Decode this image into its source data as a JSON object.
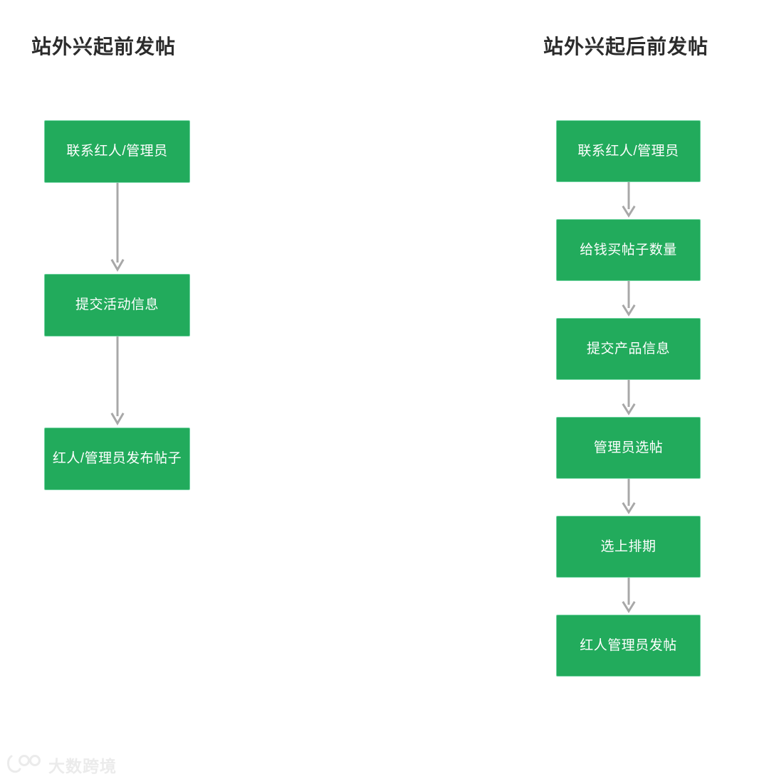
{
  "page": {
    "background": "#ffffff",
    "node_fill": "#22ab5c",
    "node_border": "#6fd3a0",
    "node_text_color": "#ffffff",
    "arrow_color": "#a8a8a8",
    "title_color": "#2b2b2b"
  },
  "columns": [
    {
      "id": "before",
      "title": "站外兴起前发帖",
      "nodes": [
        {
          "label": "联系红人/管理员"
        },
        {
          "label": "提交活动信息"
        },
        {
          "label": "红人/管理员发布帖子"
        }
      ],
      "connector_heights": [
        128,
        128
      ]
    },
    {
      "id": "after",
      "title": "站外兴起后前发帖",
      "nodes": [
        {
          "label": "联系红人/管理员"
        },
        {
          "label": "给钱买帖子数量"
        },
        {
          "label": "提交产品信息"
        },
        {
          "label": "管理员选帖"
        },
        {
          "label": "选上排期"
        },
        {
          "label": "红人管理员发帖"
        }
      ],
      "connector_heights": [
        52,
        52,
        52,
        52,
        52
      ]
    }
  ],
  "watermark": {
    "logo_name": "dashu-kuajing-logo",
    "text": "大数跨境"
  }
}
